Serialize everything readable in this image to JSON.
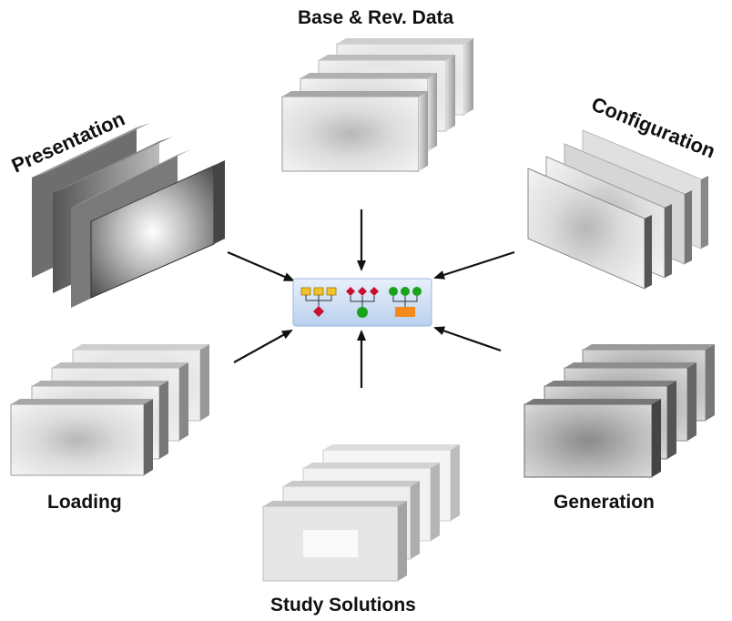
{
  "labels": {
    "base_rev_data": "Base & Rev. Data",
    "presentation": "Presentation",
    "configuration": "Configuration",
    "loading": "Loading",
    "generation": "Generation",
    "study_solutions": "Study Solutions"
  },
  "colors": {
    "arrow": "#111111",
    "hub_fill": "#cfe0f6",
    "hub_stroke": "#9db7db",
    "folder_yellow": "#f2c22a",
    "diamond_red": "#c8102e",
    "circle_green": "#1aa31a",
    "rect_orange": "#f28a1e"
  },
  "icons": [
    "folder-hierarchy-icon",
    "diamond-hierarchy-icon",
    "circle-hierarchy-icon"
  ]
}
